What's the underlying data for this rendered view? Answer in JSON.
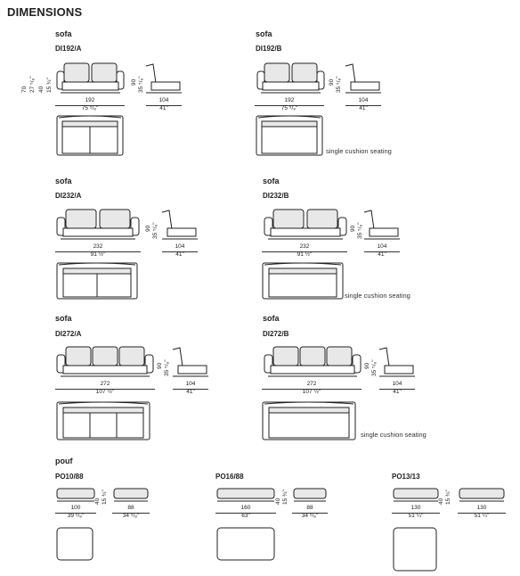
{
  "page_title": "DIMENSIONS",
  "sections": {
    "sofa_label": "sofa",
    "pouf_label": "pouf",
    "note_single": "single cushion seating"
  },
  "products": {
    "d192a": {
      "code": "DI192/A",
      "w_cm": "192",
      "w_in": "75 ⁵/₈\"",
      "d_cm": "104",
      "d_in": "41\"",
      "h1_cm": "70",
      "h1_in": "27 ⁵/₈\"",
      "h2_cm": "40",
      "h2_in": "15 ¾\"",
      "back_cm": "90",
      "back_in": "35 ⁵/₈\""
    },
    "d192b": {
      "code": "DI192/B",
      "w_cm": "192",
      "w_in": "75 ⁵/₈\"",
      "d_cm": "104",
      "d_in": "41\"",
      "back_cm": "90",
      "back_in": "35 ⁵/₈\""
    },
    "d232a": {
      "code": "DI232/A",
      "w_cm": "232",
      "w_in": "91 ½\"",
      "d_cm": "104",
      "d_in": "41\"",
      "back_cm": "90",
      "back_in": "35 ⁵/₈\""
    },
    "d232b": {
      "code": "DI232/B",
      "w_cm": "232",
      "w_in": "91 ½\"",
      "d_cm": "104",
      "d_in": "41\"",
      "back_cm": "90",
      "back_in": "35 ⁵/₈\""
    },
    "d272a": {
      "code": "DI272/A",
      "w_cm": "272",
      "w_in": "107 ½\"",
      "d_cm": "104",
      "d_in": "41\"",
      "back_cm": "90",
      "back_in": "35 ⁵/₈\""
    },
    "d272b": {
      "code": "DI272/B",
      "w_cm": "272",
      "w_in": "107 ½\"",
      "d_cm": "104",
      "d_in": "41\"",
      "back_cm": "90",
      "back_in": "35 ⁵/₈\""
    },
    "po1088": {
      "code": "PO10/88",
      "w_cm": "100",
      "w_in": "39 ⁵/₈\"",
      "d_cm": "88",
      "d_in": "34 ⁵/₈\"",
      "h_cm": "40",
      "h_in": "15 ¾\""
    },
    "po1688": {
      "code": "PO16/88",
      "w_cm": "160",
      "w_in": "63\"",
      "d_cm": "88",
      "d_in": "34 ⁵/₈\"",
      "h_cm": "40",
      "h_in": "15 ¾\""
    },
    "po1313": {
      "code": "PO13/13",
      "w_cm": "130",
      "w_in": "51 ¼\"",
      "d_cm": "130",
      "d_in": "51 ¼\"",
      "h_cm": "40",
      "h_in": "15 ¾\""
    }
  }
}
